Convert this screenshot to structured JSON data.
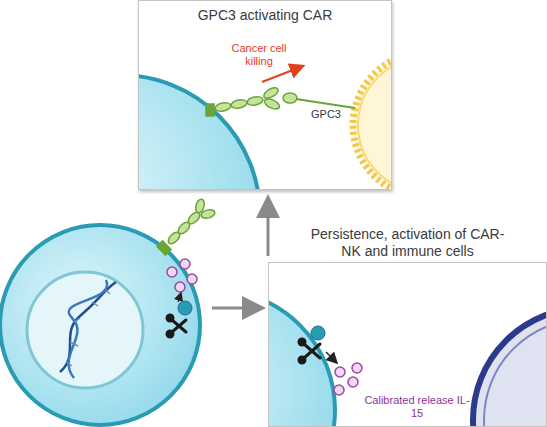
{
  "diagram": {
    "nodes": [
      {
        "text": [
          "GPC3 activating CAR"
        ]
      },
      {
        "text": [
          "Persistence, activation of CAR-NK and immune cells"
        ]
      }
    ],
    "labels": [
      "Cancer cell killing",
      "GPC3",
      "Calibrated release IL-15"
    ]
  }
}
